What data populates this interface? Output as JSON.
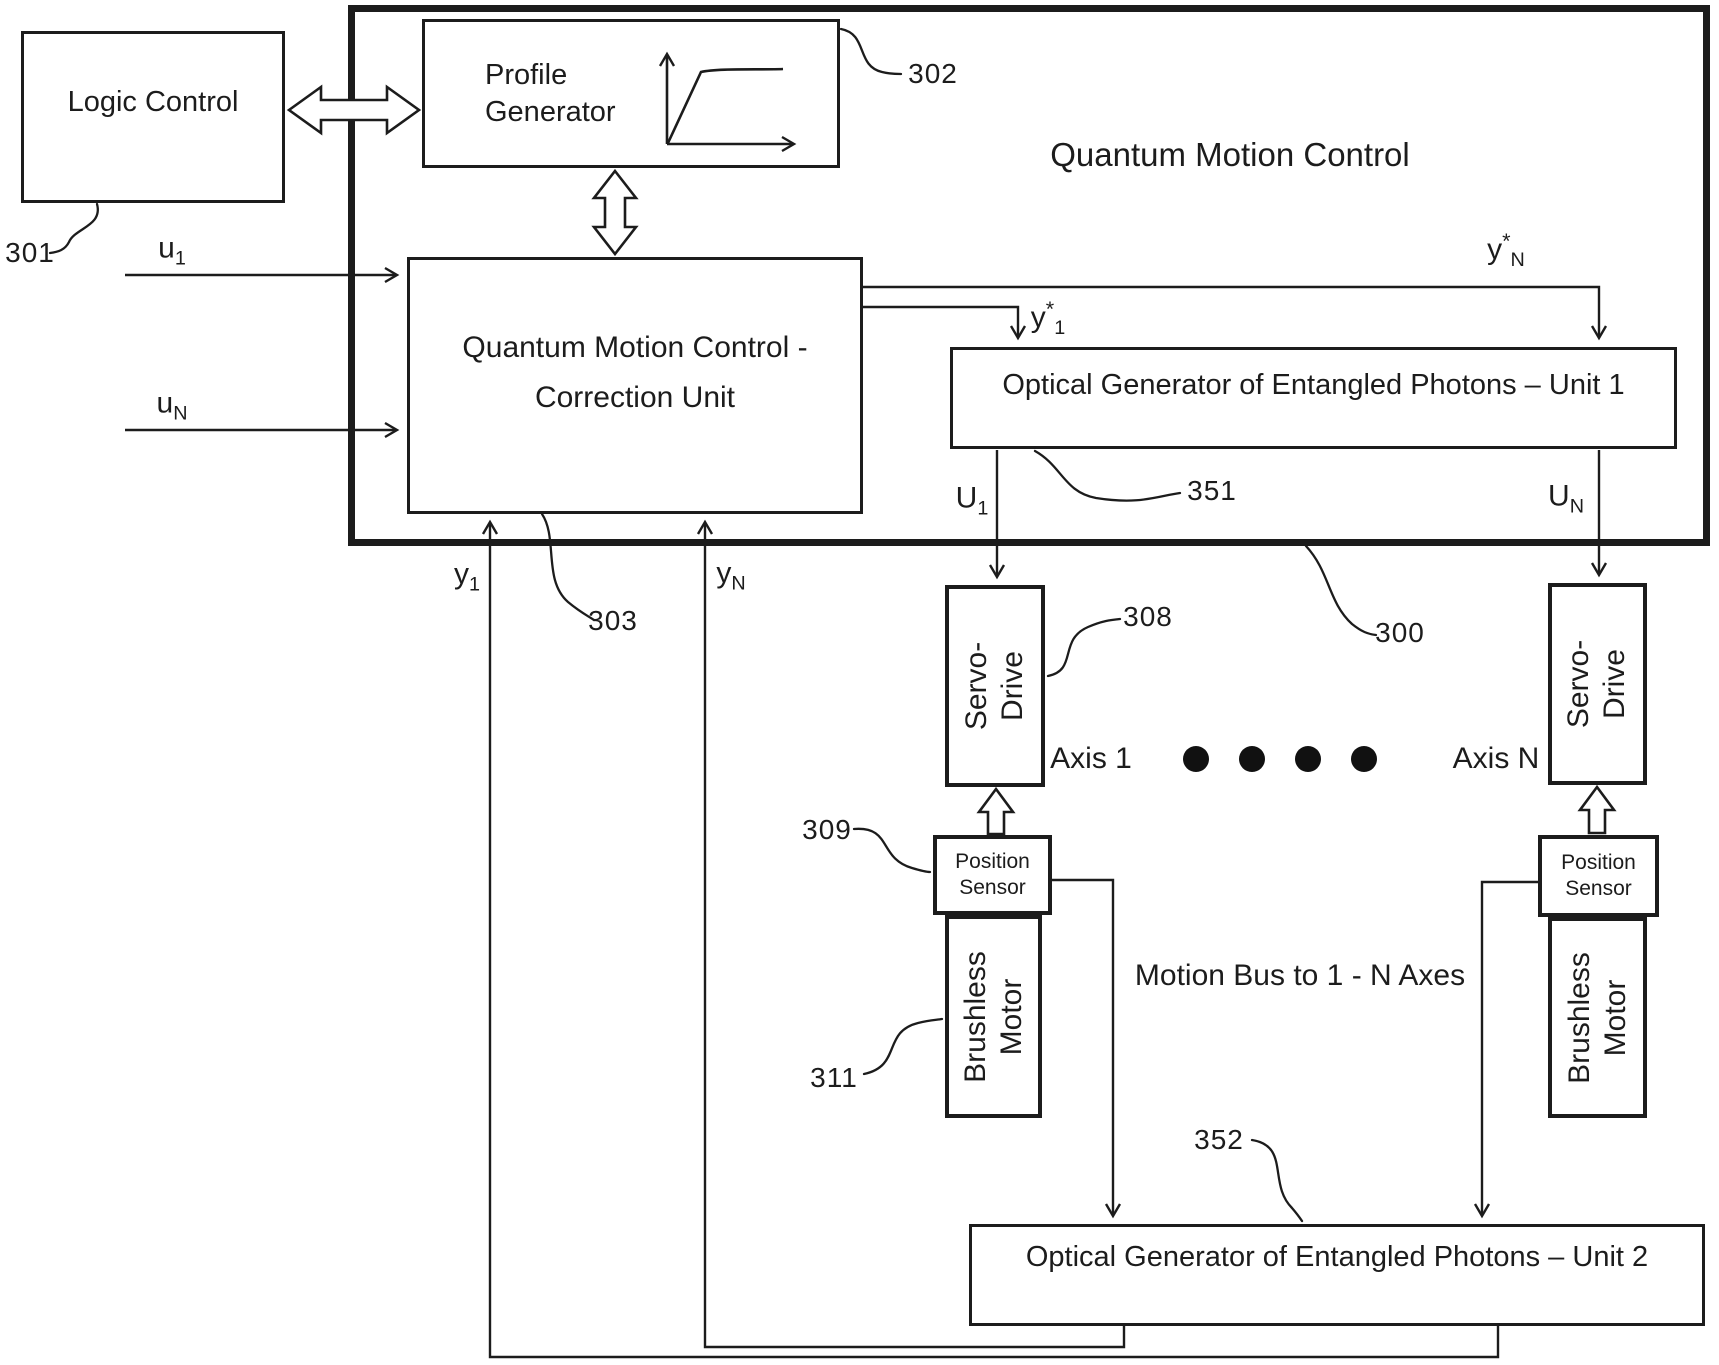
{
  "diagram": {
    "title": "Quantum Motion Control",
    "colors": {
      "line": "#1c1c1c",
      "background": "#ffffff"
    },
    "boxes": {
      "logic_control": "Logic Control",
      "profile_generator_line1": "Profile",
      "profile_generator_line2": "Generator",
      "correction_unit_line1": "Quantum Motion Control -",
      "correction_unit_line2": "Correction Unit",
      "unit1": "Optical Generator of Entangled Photons – Unit 1",
      "unit2": "Optical Generator of Entangled Photons – Unit 2",
      "servo_line1": "Servo-",
      "servo_line2": "Drive",
      "position_line1": "Position",
      "position_line2": "Sensor",
      "motor_line1": "Brushless",
      "motor_line2": "Motor"
    },
    "signals": {
      "u1": {
        "base": "u",
        "sub": "1"
      },
      "uN": {
        "base": "u",
        "sub": "N"
      },
      "ystar1": {
        "base": "y",
        "sup": "*",
        "sub": "1"
      },
      "ystarN": {
        "base": "y",
        "sup": "*",
        "sub": "N"
      },
      "U1": {
        "base": "U",
        "sub": "1"
      },
      "UN": {
        "base": "U",
        "sub": "N"
      },
      "y1": {
        "base": "y",
        "sub": "1"
      },
      "yN": {
        "base": "y",
        "sub": "N"
      }
    },
    "axis_labels": {
      "axis1": "Axis 1",
      "axisN": "Axis N"
    },
    "bus_label": "Motion Bus to 1 - N Axes",
    "ref_numerals": {
      "n300": "300",
      "n301": "301",
      "n302": "302",
      "n303": "303",
      "n308": "308",
      "n309": "309",
      "n311": "311",
      "n351": "351",
      "n352": "352"
    }
  }
}
